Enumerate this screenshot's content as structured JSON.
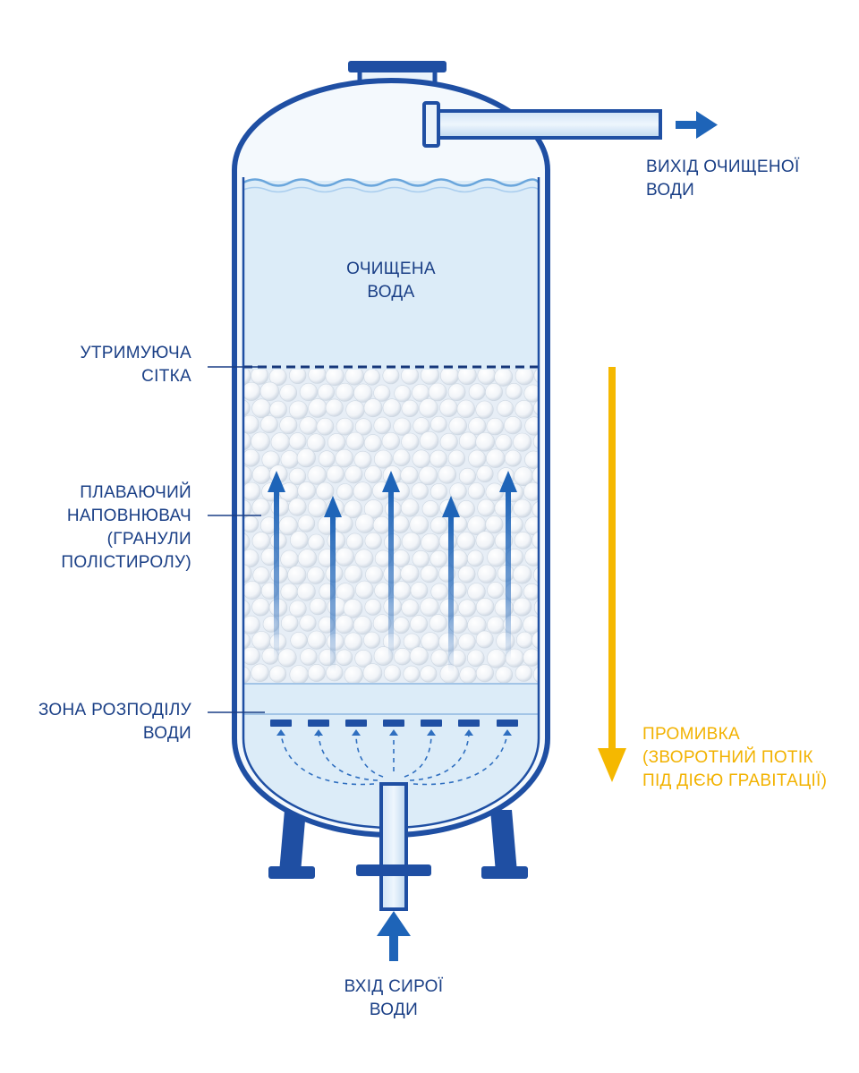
{
  "colors": {
    "frame": "#1f4fa3",
    "frame_dark": "#163d86",
    "water": "#dcecf8",
    "water_surface": "#6aa6dc",
    "arrow_blue": "#1e64b8",
    "backwash": "#f5b800",
    "label_blue": "#1a3f86",
    "label_yellow": "#f2b200",
    "beads": "#ffffff"
  },
  "icons": {
    "outlet_arrow": "arrow-right-icon",
    "inlet_arrow": "arrow-up-icon",
    "flow_arrows": "arrow-up-icon",
    "backwash_arrow": "arrow-down-icon"
  },
  "labels": {
    "outlet": {
      "line1": "ВИХІД ОЧИЩЕНОЇ",
      "line2": "ВОДИ"
    },
    "clean_water": {
      "line1": "ОЧИЩЕНА",
      "line2": "ВОДА"
    },
    "retaining_mesh": {
      "line1": "УТРИМУЮЧА",
      "line2": "СІТКА"
    },
    "floating_media": {
      "line1": "ПЛАВАЮЧИЙ",
      "line2": "НАПОВНЮВАЧ",
      "line3": "(ГРАНУЛИ",
      "line4": "ПОЛІСТИРОЛУ)"
    },
    "distribution_zone": {
      "line1": "ЗОНА РОЗПОДІЛУ",
      "line2": "ВОДИ"
    },
    "backwash": {
      "line1": "ПРОМИВКА",
      "line2": "(ЗВОРОТНИЙ ПОТІК",
      "line3": "ПІД ДІЄЮ ГРАВІТАЦІЇ)"
    },
    "inlet": {
      "line1": "ВХІД СИРОЇ",
      "line2": "ВОДИ"
    }
  }
}
